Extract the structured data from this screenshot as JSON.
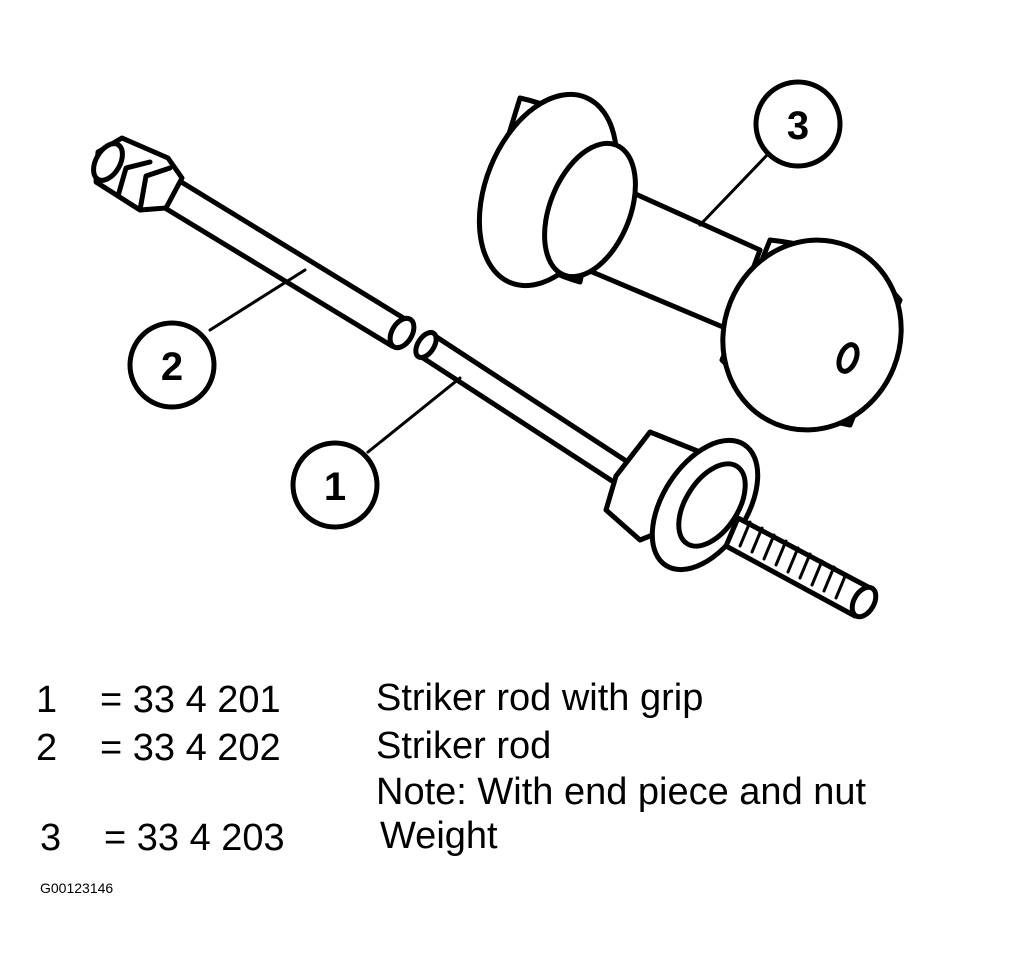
{
  "callouts": {
    "c1": "1",
    "c2": "2",
    "c3": "3"
  },
  "legend": [
    {
      "num": "1",
      "part": "= 33 4 201",
      "desc": "Striker rod with grip"
    },
    {
      "num": "2",
      "part": "= 33 4 202",
      "desc": "Striker rod",
      "note": "Note: With end piece and nut"
    },
    {
      "num": "3",
      "part": "= 33 4 203",
      "desc": "Weight"
    }
  ],
  "figure_code": "G00123146"
}
